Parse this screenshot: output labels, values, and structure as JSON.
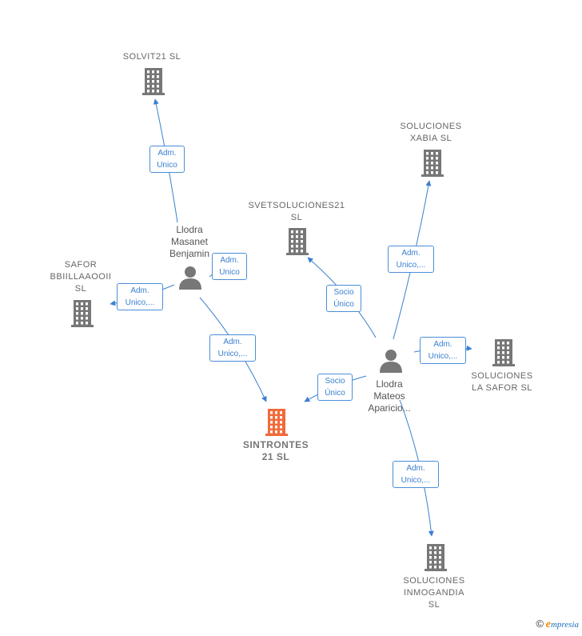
{
  "nodes": {
    "solvit21": {
      "label": "SOLVIT21  SL",
      "color": "#777777"
    },
    "soluciones_xabia": {
      "label": "SOLUCIONES\nXABIA  SL",
      "color": "#777777"
    },
    "svetsoluciones21": {
      "label": "SVETSOLUCIONES21\nSL",
      "color": "#777777"
    },
    "safor_bbiillaaooii": {
      "label": "SAFOR\nBBIILLAAOOII\nSL",
      "color": "#777777"
    },
    "sintrontes21": {
      "label": "SINTRONTES\n21  SL",
      "color": "#f26a3a"
    },
    "soluciones_la_safor": {
      "label": "SOLUCIONES\nLA SAFOR  SL",
      "color": "#777777"
    },
    "soluciones_inmogandia": {
      "label": "SOLUCIONES\nINMOGANDIA\nSL",
      "color": "#777777"
    },
    "llodra_masanet": {
      "label": "Llodra\nMasanet\nBenjamin"
    },
    "llodra_mateos": {
      "label": "Llodra\nMateos\nAparicio..."
    }
  },
  "edges": [
    {
      "from": "llodra_masanet",
      "to": "solvit21",
      "label": "Adm.\nUnico"
    },
    {
      "from": "llodra_masanet",
      "to": "safor_bbiillaaooii",
      "label": "Adm.\nUnico,..."
    },
    {
      "from": "llodra_masanet",
      "to": "sintrontes21",
      "label": "Adm.\nUnico,..."
    },
    {
      "from": "llodra_masanet",
      "to": "llodra_masanet_self",
      "label": "Adm.\nUnico"
    },
    {
      "from": "llodra_mateos",
      "to": "svetsoluciones21",
      "label": "Socio\nÚnico"
    },
    {
      "from": "llodra_mateos",
      "to": "soluciones_xabia",
      "label": "Adm.\nUnico,..."
    },
    {
      "from": "llodra_mateos",
      "to": "soluciones_la_safor",
      "label": "Adm.\nUnico,..."
    },
    {
      "from": "llodra_mateos",
      "to": "sintrontes21",
      "label": "Socio\nÚnico"
    },
    {
      "from": "llodra_mateos",
      "to": "soluciones_inmogandia",
      "label": "Adm.\nUnico,..."
    }
  ],
  "colors": {
    "edge": "#3a7fd0",
    "building": "#777777",
    "building_main": "#f26a3a",
    "person": "#777777"
  },
  "icons": {
    "company": "building-icon",
    "person": "person-icon"
  },
  "footer": {
    "copyright": "©",
    "brand_first": "e",
    "brand_rest": "mpresia"
  }
}
